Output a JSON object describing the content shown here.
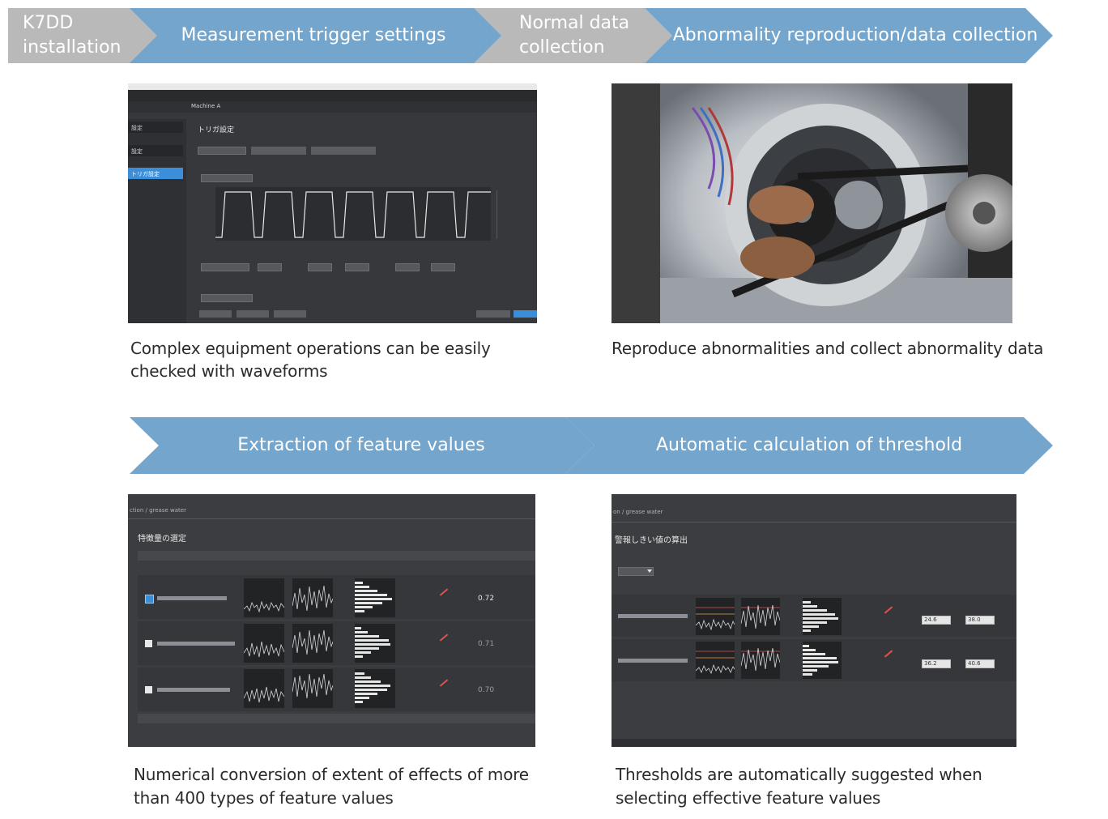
{
  "flow_top": [
    {
      "label_lines": [
        "K7DD",
        "installation"
      ],
      "style": "gray"
    },
    {
      "label_lines": [
        "Measurement trigger settings"
      ],
      "style": "blue"
    },
    {
      "label_lines": [
        "Normal data",
        "collection"
      ],
      "style": "gray"
    },
    {
      "label_lines": [
        "Abnormality reproduction/data collection"
      ],
      "style": "blue"
    }
  ],
  "flow_bottom": [
    {
      "label": "Extraction of feature values",
      "style": "blue"
    },
    {
      "label": "Automatic calculation of threshold",
      "style": "blue"
    }
  ],
  "captions": {
    "trigger_line1": "Complex equipment operations can be easily",
    "trigger_line2": "checked with waveforms",
    "abnormal": "Reproduce abnormalities and collect abnormality data",
    "features_line1": "Numerical conversion of extent of effects of more",
    "features_line2": "than 400 types of feature values",
    "threshold_line1": "Thresholds are automatically suggested when",
    "threshold_line2": "selecting effective feature values"
  },
  "trigger_screen": {
    "section_title": "トリガ設定",
    "breadcrumb_item": "Machine A",
    "sidebar_items": [
      "設定",
      "設定",
      "トリガ設定"
    ]
  },
  "features_screen": {
    "title": "特徴量の選定",
    "breadcrumb": "ction / grease water",
    "rows": [
      {
        "checked": true,
        "score": "0.72"
      },
      {
        "checked": false,
        "score": "0.71"
      },
      {
        "checked": false,
        "score": "0.70"
      }
    ]
  },
  "threshold_screen": {
    "title": "警報しきい値の算出",
    "breadcrumb": "on / grease water",
    "rows": [
      {
        "value_a": "24.6",
        "value_b": "38.0"
      },
      {
        "value_a": "36.2",
        "value_b": "40.6"
      }
    ]
  },
  "colors": {
    "chevron_blue": "#74a5cc",
    "chevron_gray": "#b9b9b9",
    "app_panel": "#3a3b3e",
    "app_selection": "#3b8fd9"
  },
  "icons": [
    "checkbox-icon",
    "trend-arrow-icon",
    "dropdown-arrow-icon"
  ]
}
